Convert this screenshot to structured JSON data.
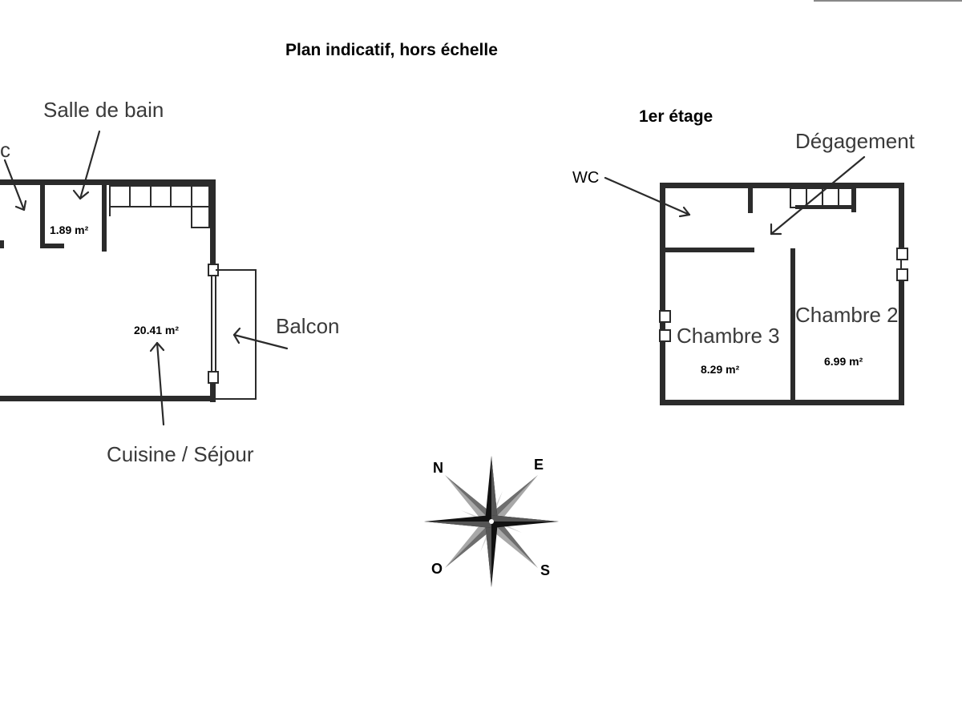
{
  "header": {
    "title": "Plan indicatif, hors échelle"
  },
  "ground_floor": {
    "rooms": [
      {
        "name": "Salle de bain",
        "area": "1.89 m²"
      },
      {
        "name": "Cuisine / Séjour",
        "area": "20.41 m²"
      },
      {
        "name": "Balcon"
      }
    ],
    "partial_label": "c"
  },
  "first_floor": {
    "title": "1er étage",
    "rooms": [
      {
        "name": "WC"
      },
      {
        "name": "Dégagement"
      },
      {
        "name": "Chambre 3",
        "area": "8.29 m²"
      },
      {
        "name": "Chambre 2",
        "area": "6.99 m²"
      }
    ]
  },
  "compass": {
    "north": "N",
    "east": "E",
    "south": "S",
    "west": "O"
  }
}
